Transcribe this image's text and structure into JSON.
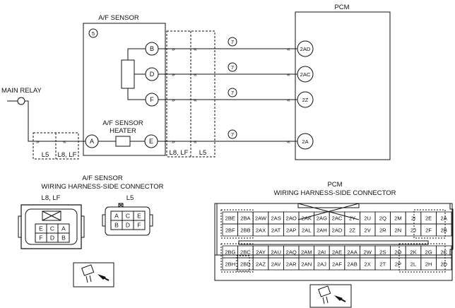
{
  "af_sensor": {
    "title": "A/F SENSOR",
    "number_tag": "5",
    "terminals": [
      "B",
      "D",
      "F"
    ],
    "heater_label": [
      "A/F SENSOR",
      "HEATER"
    ],
    "heater_pins": [
      "A",
      "E"
    ]
  },
  "pcm": {
    "title": "PCM",
    "terminals": [
      "2AD",
      "2AC",
      "2Z",
      "2A"
    ]
  },
  "main_relay": {
    "label": "MAIN RELAY"
  },
  "wire_tag": "7",
  "harness_labels": {
    "left_l5": "L5",
    "left_l8lf": "L8, LF",
    "right_l8lf": "L8, LF",
    "right_l5": "L5"
  },
  "af_connector": {
    "title_line1": "A/F SENSOR",
    "title_line2": "WIRING HARNESS-SIDE CONNECTOR",
    "variant1_label": "L8, LF",
    "variant1_pins": [
      [
        "E",
        "C",
        "A"
      ],
      [
        "F",
        "D",
        "B"
      ]
    ],
    "variant2_label": "L5",
    "variant2_pins": [
      [
        "A",
        "C",
        "E"
      ],
      [
        "B",
        "D",
        "F"
      ]
    ]
  },
  "pcm_connector": {
    "title_line1": "PCM",
    "title_line2": "WIRING HARNESS-SIDE CONNECTOR",
    "rows": [
      [
        "2BE",
        "2BA",
        "2AW",
        "2AS",
        "2AO",
        "2AK",
        "2AG",
        "2AC",
        "2Y",
        "2U",
        "2Q",
        "2M",
        "2I",
        "2E",
        "2A"
      ],
      [
        "2BF",
        "2BB",
        "2AX",
        "2AT",
        "2AP",
        "2AL",
        "2AH",
        "2AD",
        "2Z",
        "2V",
        "2R",
        "2N",
        "2J",
        "2F",
        "2B"
      ],
      [
        "2BG",
        "2BC",
        "2AY",
        "2AU",
        "2AQ",
        "2AM",
        "2AI",
        "2AE",
        "2AA",
        "2W",
        "2S",
        "2O",
        "2K",
        "2G",
        "2C"
      ],
      [
        "2BH",
        "2BD",
        "2AZ",
        "2AV",
        "2AR",
        "2AN",
        "2AJ",
        "2AF",
        "2AB",
        "2X",
        "2T",
        "2P",
        "2L",
        "2H",
        "2D"
      ]
    ]
  }
}
